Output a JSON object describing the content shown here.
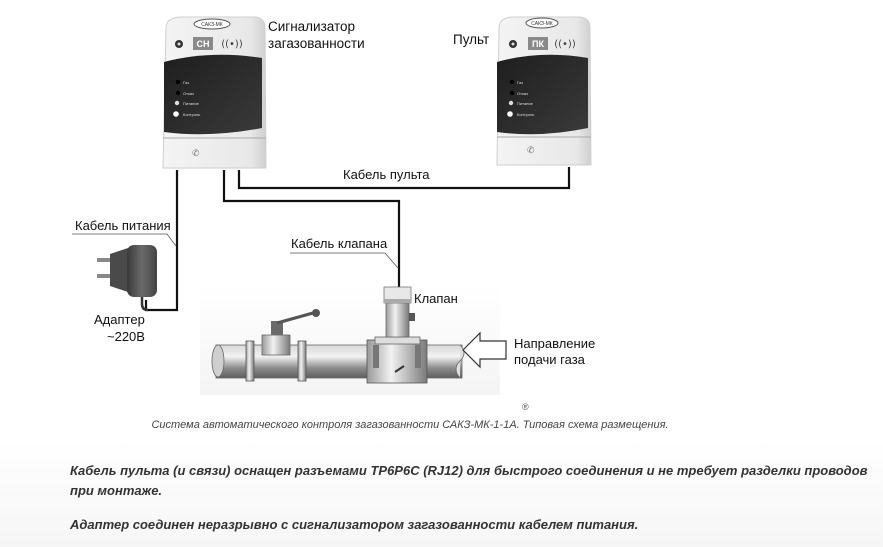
{
  "diagram": {
    "devices": {
      "signalizer": {
        "label_line1": "Сигнализатор",
        "label_line2": "загазованности",
        "logo": "САКЗ-МК",
        "badge": "СН",
        "leds": [
          "Газ",
          "Отказ",
          "Питание",
          "Контроль"
        ]
      },
      "remote": {
        "label": "Пульт",
        "logo": "САКЗ-МК",
        "badge": "ПК",
        "leds": [
          "Газ",
          "Отказ",
          "Питание",
          "Контроль"
        ]
      }
    },
    "labels": {
      "remote_cable": "Кабель пульта",
      "power_cable": "Кабель питания",
      "valve_cable": "Кабель клапана",
      "valve": "Клапан",
      "adapter_line1": "Адаптер",
      "adapter_line2": "~220В",
      "flow_line1": "Направление",
      "flow_line2": "подачи газа"
    },
    "colors": {
      "device_body": "#eeeeee",
      "device_panel": "#2a2a2a",
      "badge_bg": "#8a8a8a",
      "cable": "#111111",
      "pipe": "#9a9a9a"
    }
  },
  "registered_mark": "®",
  "caption": "Система автоматического контроля загазованности САКЗ-МК-1-1А. Типовая схема размещения.",
  "paragraphs": [
    "Кабель пульта (и связи) оснащен разъемами ТР6Р6С (RJ12) для быстрого соединения и не требует разделки проводов при монтаже.",
    "Адаптер соединен неразрывно с сигнализатором загазованности кабелем питания."
  ]
}
